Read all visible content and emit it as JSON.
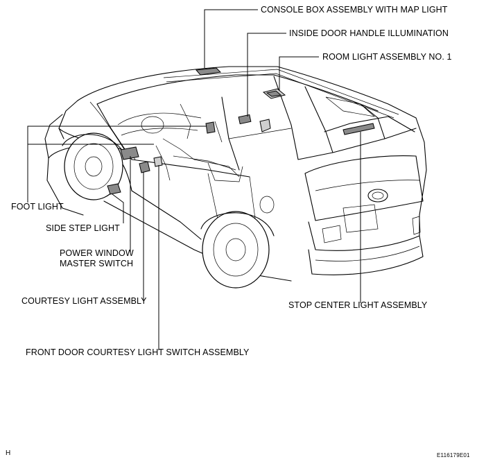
{
  "labels": {
    "console_box": "CONSOLE BOX ASSEMBLY WITH MAP LIGHT",
    "inside_door_handle": "INSIDE DOOR HANDLE ILLUMINATION",
    "room_light": "ROOM LIGHT ASSEMBLY NO. 1",
    "foot_light": "FOOT LIGHT",
    "side_step_light": "SIDE STEP LIGHT",
    "power_window_line1": "POWER WINDOW",
    "power_window_line2": "MASTER SWITCH",
    "courtesy_light": "COURTESY LIGHT ASSEMBLY",
    "stop_center_light": "STOP CENTER LIGHT ASSEMBLY",
    "front_door_switch": "FRONT DOOR COURTESY LIGHT SWITCH ASSEMBLY"
  },
  "corner_mark": "H",
  "figure_code": "E116179E01"
}
